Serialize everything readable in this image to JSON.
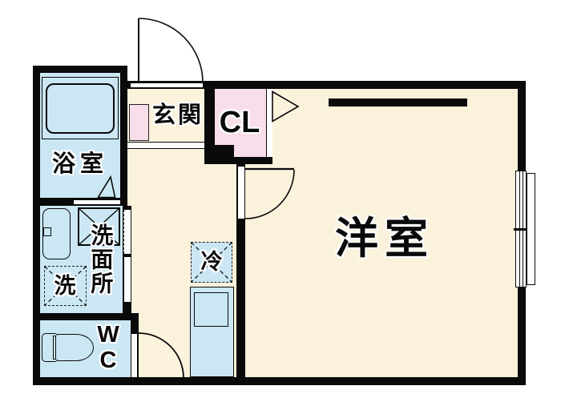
{
  "colors": {
    "wall": "#0a0a0a",
    "floor_cream": "#FBF2DC",
    "wet_area_blue": "#CBE7F3",
    "closet_pink": "#F8DEEA",
    "background": "#ffffff"
  },
  "rooms": {
    "bathroom": {
      "label": "浴室"
    },
    "entrance": {
      "label": "玄関"
    },
    "closet": {
      "label": "CL"
    },
    "western_room": {
      "label": "洋室"
    },
    "washroom": {
      "label": "洗面所"
    },
    "toilet": {
      "label": "WC"
    }
  },
  "fixtures": {
    "washing_machine": {
      "label": "洗"
    },
    "refrigerator": {
      "label": "冷"
    }
  }
}
